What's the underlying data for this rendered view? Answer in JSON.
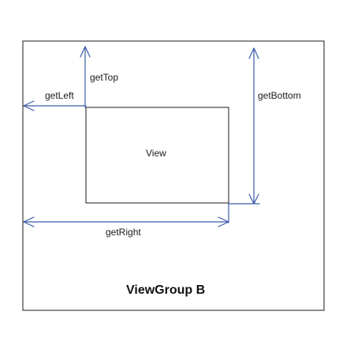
{
  "diagram": {
    "container_label": "ViewGroup B",
    "view_label": "View",
    "measures": {
      "top": "getTop",
      "left": "getLeft",
      "bottom": "getBottom",
      "right": "getRight"
    },
    "colors": {
      "arrow": "#3a5ba8",
      "outline": "#1a1a1a"
    }
  }
}
